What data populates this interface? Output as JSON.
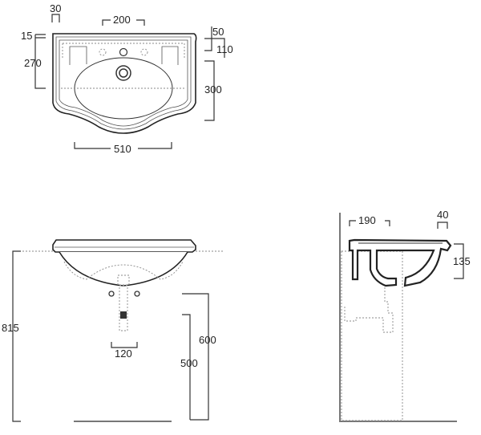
{
  "top_view": {
    "dims": {
      "d30": "30",
      "d200": "200",
      "d15": "15",
      "d270": "270",
      "d50": "50",
      "d110": "110",
      "d300": "300",
      "d510": "510"
    }
  },
  "front_view": {
    "dims": {
      "d815": "815",
      "d600": "600",
      "d500": "500",
      "d120": "120"
    }
  },
  "side_view": {
    "dims": {
      "d190": "190",
      "d40": "40",
      "d135": "135"
    }
  },
  "colors": {
    "line": "#222222",
    "dimension": "#333333",
    "hidden": "#888888"
  }
}
